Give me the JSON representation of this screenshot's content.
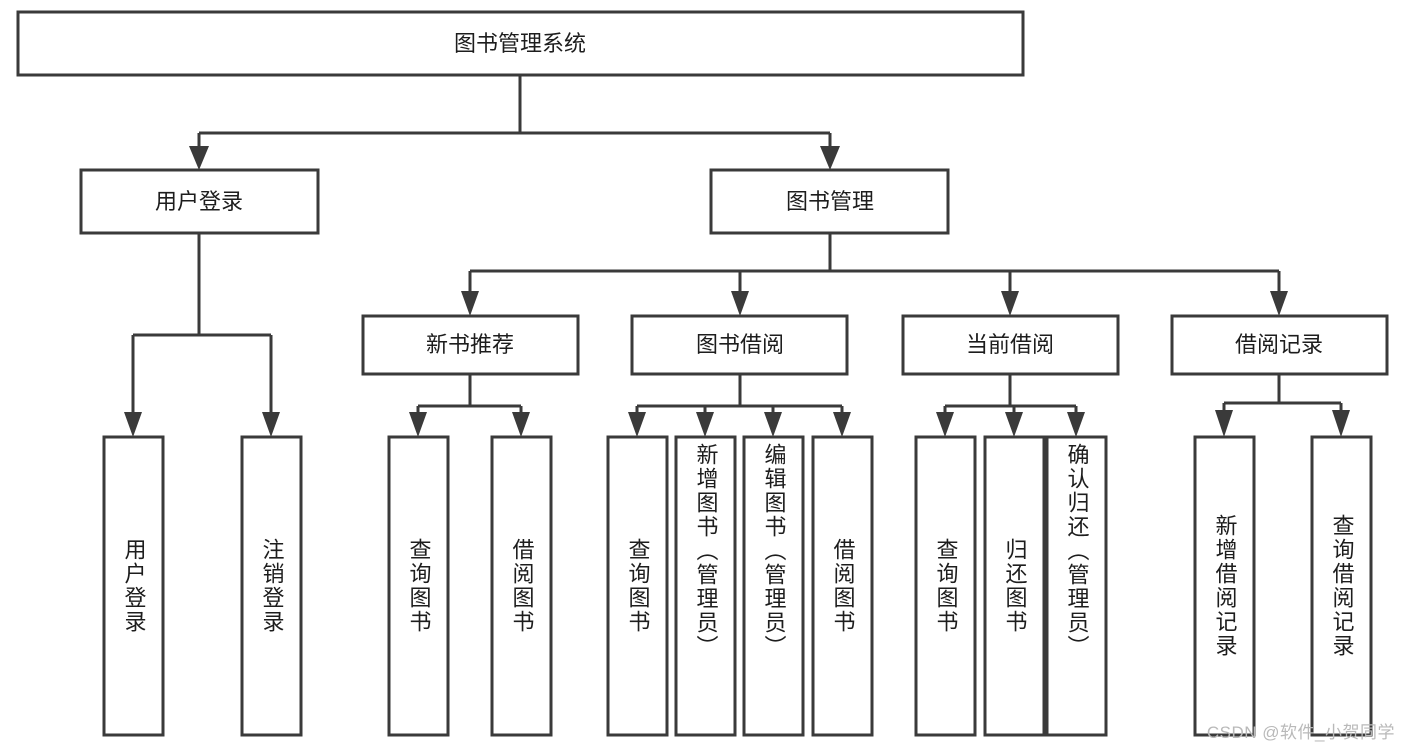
{
  "diagram": {
    "type": "tree-hierarchy-chart",
    "title": "图书管理系统",
    "watermark": "CSDN @软件_小贺同学",
    "colors": {
      "box_stroke": "#3a3a3a",
      "box_fill": "#ffffff",
      "text": "#1d1d1d",
      "background": "#ffffff",
      "watermark": "#b9b9b9"
    },
    "nodes": {
      "root": {
        "label": "图书管理系统"
      },
      "level2": [
        {
          "id": "user-login",
          "label": "用户登录"
        },
        {
          "id": "book-manage",
          "label": "图书管理"
        }
      ],
      "level3": [
        {
          "id": "new-book-recommend",
          "label": "新书推荐"
        },
        {
          "id": "book-borrow",
          "label": "图书借阅"
        },
        {
          "id": "current-borrow",
          "label": "当前借阅"
        },
        {
          "id": "borrow-record",
          "label": "借阅记录"
        }
      ],
      "leaves": {
        "user-login": [
          {
            "id": "leaf-user-login",
            "label": "用户登录"
          },
          {
            "id": "leaf-logout-login",
            "label": "注销登录"
          }
        ],
        "new-book-recommend": [
          {
            "id": "leaf-query-book-1",
            "label": "查询图书"
          },
          {
            "id": "leaf-borrow-book-1",
            "label": "借阅图书"
          }
        ],
        "book-borrow": [
          {
            "id": "leaf-query-book-2",
            "label": "查询图书"
          },
          {
            "id": "leaf-add-book",
            "label": "新增图书（管理员）"
          },
          {
            "id": "leaf-edit-book",
            "label": "编辑图书（管理员）"
          },
          {
            "id": "leaf-borrow-book-2",
            "label": "借阅图书"
          }
        ],
        "current-borrow": [
          {
            "id": "leaf-query-book-3",
            "label": "查询图书"
          },
          {
            "id": "leaf-return-book",
            "label": "归还图书"
          },
          {
            "id": "leaf-confirm-return",
            "label": "确认归还（管理员）"
          }
        ],
        "borrow-record": [
          {
            "id": "leaf-add-record",
            "label": "新增借阅记录"
          },
          {
            "id": "leaf-query-record",
            "label": "查询借阅记录"
          }
        ]
      }
    }
  }
}
